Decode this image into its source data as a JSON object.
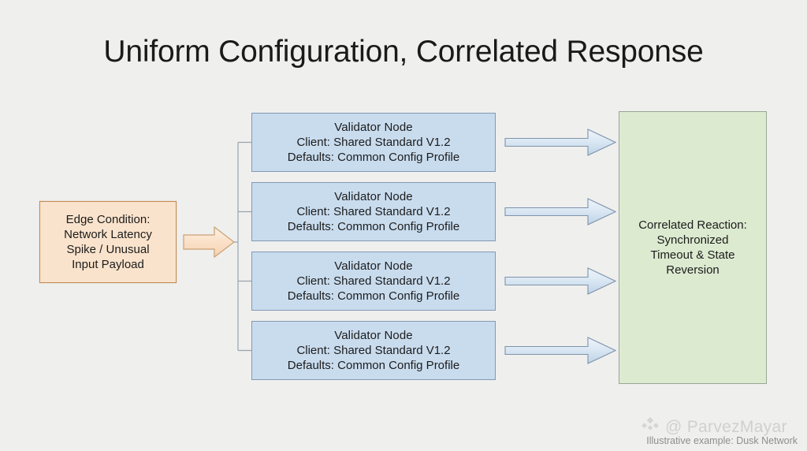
{
  "slide": {
    "title": "Uniform Configuration, Correlated Response",
    "background_color": "#efefee",
    "caption": "Illustrative example: Dusk Network"
  },
  "watermark": {
    "handle": "@ ParvezMayar",
    "logo_icon": "diamond-cluster-icon"
  },
  "diagram": {
    "type": "flow-diagram",
    "trigger": {
      "label": "Edge Condition: Network Latency Spike / Unusual Input Payload",
      "lines": [
        "Edge Condition:",
        "Network Latency",
        "Spike / Unusual",
        "Input Payload"
      ],
      "fill_color": "#fae3cc",
      "border_color": "#c18a52"
    },
    "nodes": [
      {
        "title": "Validator Node",
        "client": "Client: Shared Standard V1.2",
        "defaults": "Defaults: Common Config Profile",
        "fill_color": "#c9dcee",
        "border_color": "#8199b4"
      },
      {
        "title": "Validator Node",
        "client": "Client: Shared Standard V1.2",
        "defaults": "Defaults: Common Config Profile",
        "fill_color": "#c9dcee",
        "border_color": "#8199b4"
      },
      {
        "title": "Validator Node",
        "client": "Client: Shared Standard V1.2",
        "defaults": "Defaults: Common Config Profile",
        "fill_color": "#c9dcee",
        "border_color": "#8199b4"
      },
      {
        "title": "Validator Node",
        "client": "Client: Shared Standard V1.2",
        "defaults": "Defaults: Common Config Profile",
        "fill_color": "#c9dcee",
        "border_color": "#8199b4"
      }
    ],
    "outcome": {
      "label": "Correlated Reaction: Synchronized Timeout & State Reversion",
      "lines": [
        "Correlated Reaction:",
        "Synchronized",
        "Timeout & State",
        "Reversion"
      ],
      "fill_color": "#dcead0",
      "border_color": "#9aa694"
    },
    "connectors": {
      "trigger_arrow_color": "#fae0c8",
      "trigger_arrow_border": "#c9a173",
      "fanout_line_color": "#9aa3ab",
      "node_arrow_fill": "#d4e2f0",
      "node_arrow_border": "#7e93aa"
    }
  }
}
